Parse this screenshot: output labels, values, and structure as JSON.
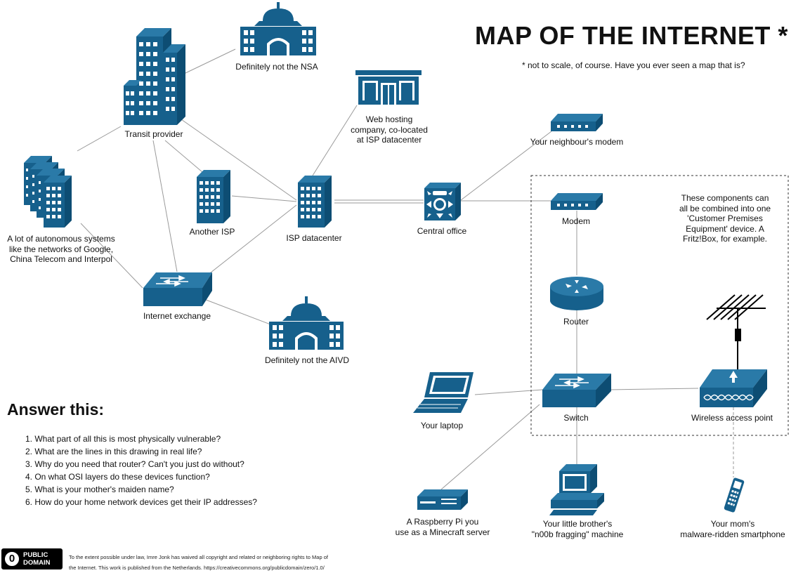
{
  "header": {
    "title": "MAP OF THE INTERNET *",
    "subtitle": "* not to scale, of course. Have you ever seen a map that is?"
  },
  "nodes": {
    "nsa": {
      "label": "Definitely not the NSA",
      "icon": "government-building-icon"
    },
    "transit": {
      "label": "Transit provider",
      "icon": "skyscraper-icon"
    },
    "webhosting": {
      "label": "Web hosting\ncompany, co-located\nat ISP datacenter",
      "icon": "storefront-icon"
    },
    "autonomous": {
      "label": "A lot of autonomous systems\nlike the networks of Google,\nChina Telecom and Interpol",
      "icon": "server-cluster-icon"
    },
    "another_isp": {
      "label": "Another ISP",
      "icon": "office-building-icon"
    },
    "isp_dc": {
      "label": "ISP datacenter",
      "icon": "office-building-icon"
    },
    "central_office": {
      "label": "Central office",
      "icon": "telephone-exchange-icon"
    },
    "neighbour_modem": {
      "label": "Your neighbour's modem",
      "icon": "modem-icon"
    },
    "modem": {
      "label": "Modem",
      "icon": "modem-icon"
    },
    "router": {
      "label": "Router",
      "icon": "router-icon"
    },
    "ix": {
      "label": "Internet exchange",
      "icon": "switch-icon"
    },
    "aivd": {
      "label": "Definitely not the AIVD",
      "icon": "government-building-icon"
    },
    "laptop": {
      "label": "Your laptop",
      "icon": "laptop-icon"
    },
    "switch": {
      "label": "Switch",
      "icon": "switch-icon"
    },
    "wap": {
      "label": "Wireless access point",
      "icon": "wireless-access-point-icon"
    },
    "pi": {
      "label": "A Raspberry Pi you\nuse as a Minecraft server",
      "icon": "server-box-icon"
    },
    "brother": {
      "label": "Your little brother's\n\"n00b fragging\" machine",
      "icon": "desktop-computer-icon"
    },
    "smartphone": {
      "label": "Your mom's\nmalware-ridden smartphone",
      "icon": "smartphone-icon"
    },
    "cpe_note": {
      "label": "These components can\nall be combined into one\n'Customer Premises\nEquipment' device. A\nFritz!Box, for example."
    }
  },
  "questions": {
    "heading": "Answer this:",
    "items": [
      "1. What part of all this is most physically vulnerable?",
      "2. What are the lines in this drawing in real life?",
      "3. Why do you need that router? Can't you just do without?",
      "4. On what OSI layers do these devices function?",
      "5. What is your mother's maiden name?",
      "6. How do your home network devices get their IP addresses?"
    ]
  },
  "footer": {
    "badge_line1": "PUBLIC",
    "badge_line2": "DOMAIN",
    "license_line1": "To the extent possible under law, Imre Jonk has waived all copyright and related or neighboring rights to Map of",
    "license_line2": "the Internet. This work is published from the Netherlands. https://creativecommons.org/publicdomain/zero/1.0/"
  },
  "colors": {
    "icon": "#16608c",
    "line": "#9a9a9a",
    "text": "#111111"
  }
}
